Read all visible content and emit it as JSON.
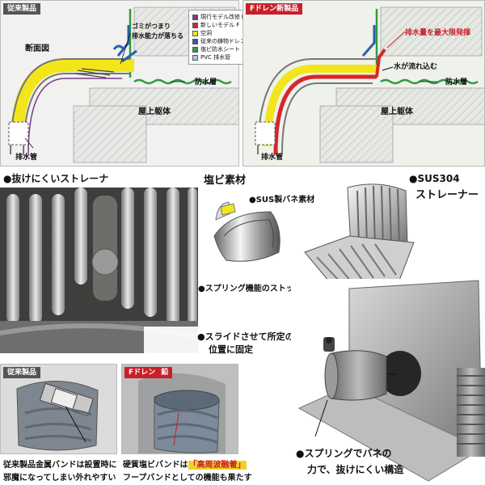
{
  "top_left": {
    "tag": "従来製品",
    "danmen": "断面図",
    "gomi_line1": "ゴミがつまり",
    "gomi_line2": "排水能力が落ちる",
    "bousui": "防水層",
    "okujou": "屋上躯体",
    "haisui": "排水管"
  },
  "legend": [
    {
      "label": "現行モデル改修ドレン",
      "color": "#7a3c8c"
    },
    {
      "label": "新しいモデル F ドレン",
      "color": "#d8262b"
    },
    {
      "label": "空洞",
      "color": "#f2e61a"
    },
    {
      "label": "従来の鋳物ドレン",
      "color": "#2b5ea8"
    },
    {
      "label": "塩ビ防水シート",
      "color": "#2f9a46"
    },
    {
      "label": "PVC 排水管",
      "color": "#a9c8e6"
    }
  ],
  "top_right": {
    "tag": "Fドレン新製品",
    "max_label": "排水量を最大限発揮",
    "flow": "水が流れ込む",
    "bousui": "防水層",
    "okujou": "屋上躯体",
    "haisui": "排水管"
  },
  "middle": {
    "strainer_title": "●抜けにくいストレーナ",
    "slide_line1": "●スライドさせて所定の",
    "slide_line2": "位置に固定",
    "enbi": "塩ビ素材",
    "sus_spring": "●SUS製バネ素材",
    "spring_stopper": "●スプリング機能のストッパー",
    "sus304_line1": "●SUS304",
    "sus304_line2": "ストレーナー"
  },
  "bottom": {
    "tag_old": "従来製品",
    "tag_new_a": "Fドレン",
    "tag_new_b": "鉛",
    "old_caption_1": "従来製品金属バンドは設置時に",
    "old_caption_2": "邪魔になってしまい外れやすい",
    "new_caption_1a": "硬質塩ビバンドは",
    "new_caption_1b": "「高周波融着」",
    "new_caption_2": "フープバンドとしての機能も果たす",
    "spring_line1": "●スプリングでバネの",
    "spring_line2": "力で、抜けにくい構造"
  },
  "colors": {
    "accent_red": "#c8202a",
    "tag_gray": "#555555",
    "panel_bg_left": "#f1f1ef",
    "panel_bg_right": "#eef2ea"
  }
}
